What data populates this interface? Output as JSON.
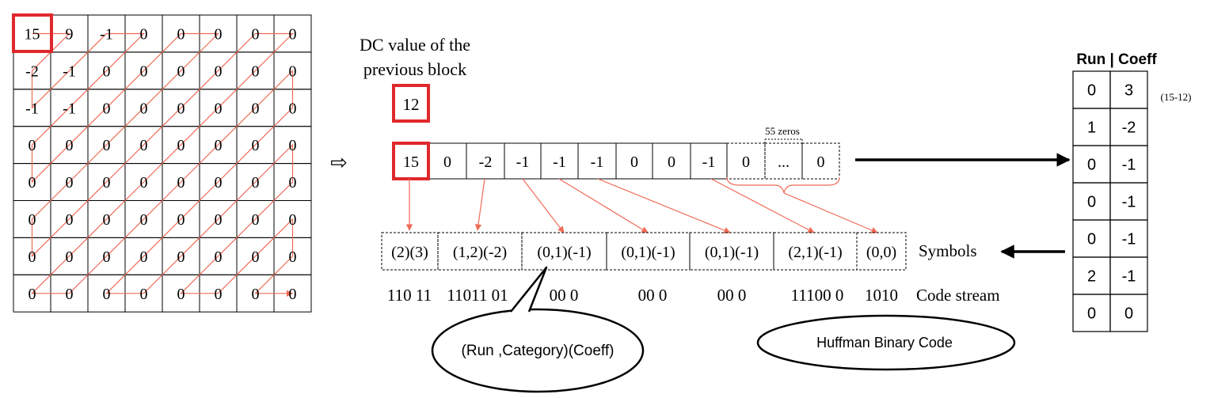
{
  "matrix": {
    "rows": [
      [
        "15",
        "9",
        "-1",
        "0",
        "0",
        "0",
        "0",
        "0"
      ],
      [
        "-2",
        "-1",
        "0",
        "0",
        "0",
        "0",
        "0",
        "0"
      ],
      [
        "-1",
        "-1",
        "0",
        "0",
        "0",
        "0",
        "0",
        "0"
      ],
      [
        "0",
        "0",
        "0",
        "0",
        "0",
        "0",
        "0",
        "0"
      ],
      [
        "0",
        "0",
        "0",
        "0",
        "0",
        "0",
        "0",
        "0"
      ],
      [
        "0",
        "0",
        "0",
        "0",
        "0",
        "0",
        "0",
        "0"
      ],
      [
        "0",
        "0",
        "0",
        "0",
        "0",
        "0",
        "0",
        "0"
      ],
      [
        "0",
        "0",
        "0",
        "0",
        "0",
        "0",
        "0",
        "0"
      ]
    ]
  },
  "transform_arrow": "⇨",
  "dc": {
    "label_line1": "DC value of the",
    "label_line2": "previous block",
    "value": "12"
  },
  "sequence": {
    "cells": [
      "15",
      "0",
      "-2",
      "-1",
      "-1",
      "-1",
      "0",
      "0",
      "-1",
      "0",
      "...",
      "0"
    ],
    "zeros_label": "55 zeros"
  },
  "run_coeff_table": {
    "header": "Run | Coeff",
    "rows": [
      [
        "0",
        "3"
      ],
      [
        "1",
        "-2"
      ],
      [
        "0",
        "-1"
      ],
      [
        "0",
        "-1"
      ],
      [
        "0",
        "-1"
      ],
      [
        "2",
        "-1"
      ],
      [
        "0",
        "0"
      ]
    ],
    "note": "(15-12)"
  },
  "symbols": {
    "items": [
      "(2)(3)",
      "(1,2)(-2)",
      "(0,1)(-1)",
      "(0,1)(-1)",
      "(0,1)(-1)",
      "(2,1)(-1)",
      "(0,0)"
    ],
    "label": "Symbols"
  },
  "code_stream": {
    "items": [
      "110 11",
      "11011 01",
      "00 0",
      "00 0",
      "00 0",
      "11100 0",
      "1010"
    ],
    "label": "Code stream"
  },
  "callouts": {
    "run_category": "(Run ,Category)(Coeff)",
    "huffman": "Huffman Binary Code"
  },
  "colors": {
    "highlight": "#e0282d",
    "zigzag": "#ef6b57",
    "line": "#000000"
  }
}
